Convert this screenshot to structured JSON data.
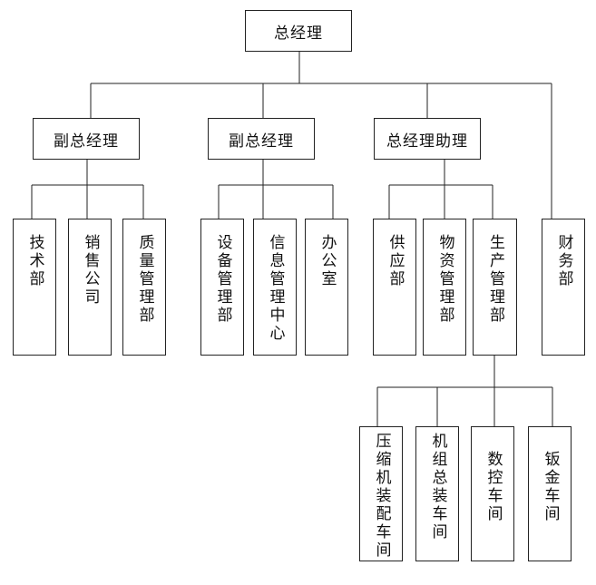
{
  "root": "总经理",
  "level1": {
    "vp1": "副总经理",
    "vp2": "副总经理",
    "asst": "总经理助理",
    "finance": "财务部"
  },
  "vp1_units": [
    "技术部",
    "销售公司",
    "质量管理部"
  ],
  "vp2_units": [
    "设备管理部",
    "信息管理中心",
    "办公室"
  ],
  "asst_units": [
    "供应部",
    "物资管理部",
    "生产管理部"
  ],
  "production_units": [
    "压缩机装配车间",
    "机组总装车间",
    "数控车间",
    "钣金车间"
  ]
}
